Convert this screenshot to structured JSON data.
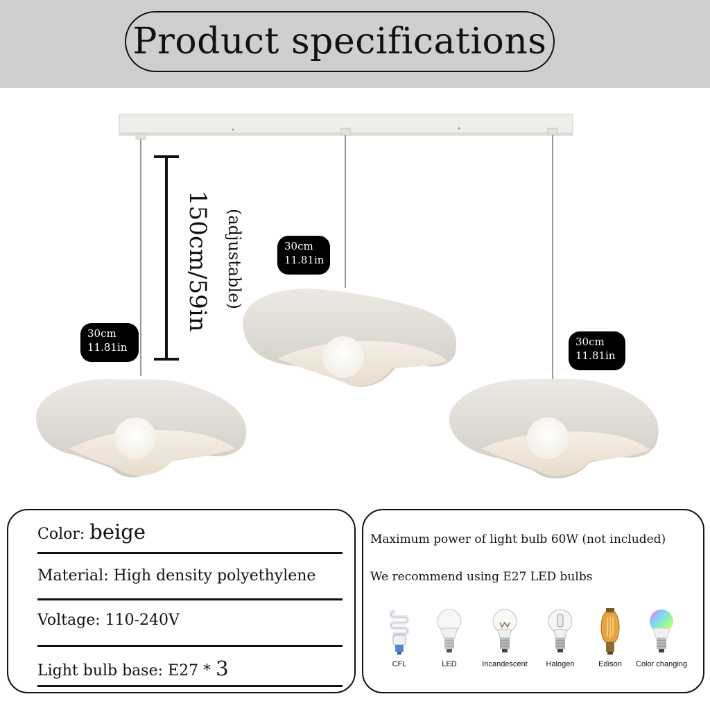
{
  "header": {
    "title": "Product specifications"
  },
  "dimensions": {
    "cable_length": "150cm/59in",
    "cable_note": "(adjustable)",
    "shade_left": {
      "cm": "30cm",
      "in": "11.81in"
    },
    "shade_middle": {
      "cm": "30cm",
      "in": "11.81in"
    },
    "shade_right": {
      "cm": "30cm",
      "in": "11.81in"
    }
  },
  "specs": {
    "color_label": "Color:",
    "color_value": "beige",
    "material": "Material: High density polyethylene",
    "voltage": "Voltage: 110-240V",
    "base_label": "Light bulb base: E27 *",
    "base_count": "3"
  },
  "bulbs": {
    "max_power": "Maximum power of light bulb 60W (not included)",
    "recommend": "We recommend using E27 LED bulbs",
    "types": [
      {
        "label": "CFL",
        "icon": "cfl-bulb-icon"
      },
      {
        "label": "LED",
        "icon": "led-bulb-icon"
      },
      {
        "label": "Incandescent",
        "icon": "incandescent-bulb-icon"
      },
      {
        "label": "Halogen",
        "icon": "halogen-bulb-icon"
      },
      {
        "label": "Edison",
        "icon": "edison-bulb-icon"
      },
      {
        "label": "Color changing",
        "icon": "color-changing-bulb-icon"
      }
    ]
  },
  "colors": {
    "header_band": "#cfcfcf",
    "shade": "#e6e2dc",
    "shade_inner": "#f1e9df",
    "tag_background": "#000000"
  }
}
